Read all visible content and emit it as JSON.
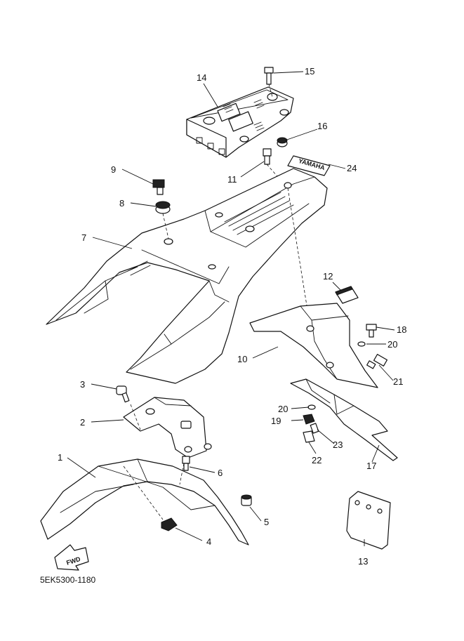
{
  "diagram_code": "5EK5300-1180",
  "decal_text": "YAMAHA",
  "fwd_text": "FWD",
  "callouts": {
    "c1": "1",
    "c2": "2",
    "c3": "3",
    "c4": "4",
    "c5": "5",
    "c6": "6",
    "c7": "7",
    "c8": "8",
    "c9": "9",
    "c10": "10",
    "c11": "11",
    "c12": "12",
    "c13": "13",
    "c14": "14",
    "c15": "15",
    "c16": "16",
    "c17": "17",
    "c18": "18",
    "c19": "19",
    "c20a": "20",
    "c20b": "20",
    "c21": "21",
    "c22": "22",
    "c23": "23",
    "c24": "24"
  }
}
